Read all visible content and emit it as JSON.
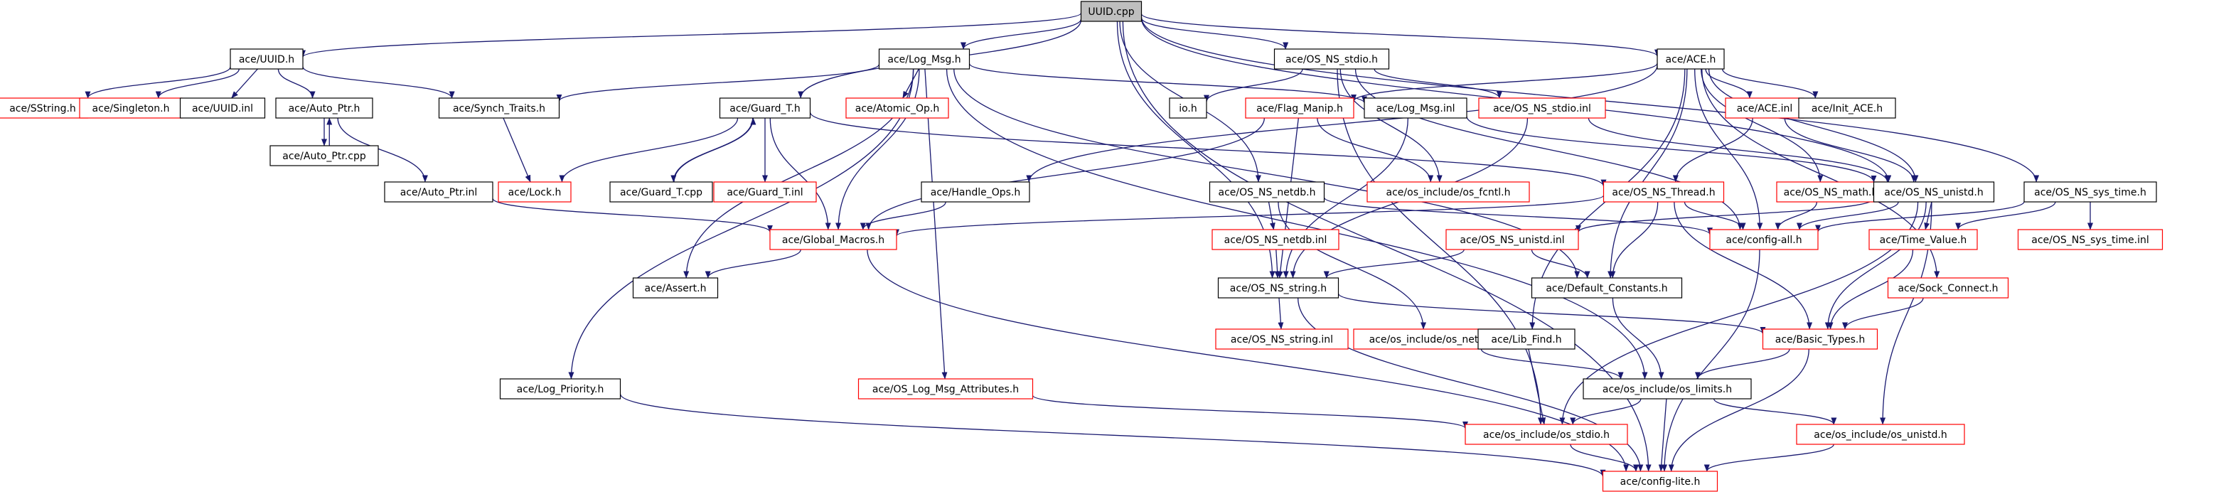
{
  "diagram": {
    "root": "UUID.cpp",
    "colors": {
      "root_fill": "#bfbfbf",
      "node_border": "#000000",
      "missing_border": "#ff0000",
      "edge": "#191970",
      "text": "#000000"
    },
    "nodes": [
      {
        "id": "uuid_cpp",
        "label": "UUID.cpp",
        "style": "root"
      },
      {
        "id": "uuid_h",
        "label": "ace/UUID.h",
        "style": "normal"
      },
      {
        "id": "log_msg_h",
        "label": "ace/Log_Msg.h",
        "style": "normal"
      },
      {
        "id": "os_ns_stdio_h",
        "label": "ace/OS_NS_stdio.h",
        "style": "normal"
      },
      {
        "id": "ace_h",
        "label": "ace/ACE.h",
        "style": "normal"
      },
      {
        "id": "sstring_h",
        "label": "ace/SString.h",
        "style": "missing"
      },
      {
        "id": "singleton_h",
        "label": "ace/Singleton.h",
        "style": "missing"
      },
      {
        "id": "uuid_inl",
        "label": "ace/UUID.inl",
        "style": "normal"
      },
      {
        "id": "auto_ptr_h",
        "label": "ace/Auto_Ptr.h",
        "style": "normal"
      },
      {
        "id": "synch_traits_h",
        "label": "ace/Synch_Traits.h",
        "style": "normal"
      },
      {
        "id": "guard_t_h",
        "label": "ace/Guard_T.h",
        "style": "normal"
      },
      {
        "id": "atomic_op_h",
        "label": "ace/Atomic_Op.h",
        "style": "missing"
      },
      {
        "id": "io_h",
        "label": "io.h",
        "style": "normal"
      },
      {
        "id": "flag_manip_h",
        "label": "ace/Flag_Manip.h",
        "style": "missing"
      },
      {
        "id": "log_msg_inl",
        "label": "ace/Log_Msg.inl",
        "style": "normal"
      },
      {
        "id": "os_ns_stdio_inl",
        "label": "ace/OS_NS_stdio.inl",
        "style": "missing"
      },
      {
        "id": "ace_inl",
        "label": "ace/ACE.inl",
        "style": "missing"
      },
      {
        "id": "init_ace_h",
        "label": "ace/Init_ACE.h",
        "style": "normal"
      },
      {
        "id": "os_ns_sys_time_h",
        "label": "ace/OS_NS_sys_time.h",
        "style": "normal"
      },
      {
        "id": "auto_ptr_cpp",
        "label": "ace/Auto_Ptr.cpp",
        "style": "normal"
      },
      {
        "id": "auto_ptr_inl",
        "label": "ace/Auto_Ptr.inl",
        "style": "normal"
      },
      {
        "id": "lock_h",
        "label": "ace/Lock.h",
        "style": "missing"
      },
      {
        "id": "guard_t_cpp",
        "label": "ace/Guard_T.cpp",
        "style": "normal"
      },
      {
        "id": "guard_t_inl",
        "label": "ace/Guard_T.inl",
        "style": "missing"
      },
      {
        "id": "handle_ops_h",
        "label": "ace/Handle_Ops.h",
        "style": "normal"
      },
      {
        "id": "os_ns_netdb_h",
        "label": "ace/OS_NS_netdb.h",
        "style": "normal"
      },
      {
        "id": "os_include_os_fcntl_h",
        "label": "ace/os_include/os_fcntl.h",
        "style": "missing"
      },
      {
        "id": "os_ns_thread_h",
        "label": "ace/OS_NS_Thread.h",
        "style": "missing"
      },
      {
        "id": "os_ns_math_h",
        "label": "ace/OS_NS_math.h",
        "style": "missing"
      },
      {
        "id": "os_ns_unistd_h",
        "label": "ace/OS_NS_unistd.h",
        "style": "normal"
      },
      {
        "id": "global_macros_h",
        "label": "ace/Global_Macros.h",
        "style": "missing"
      },
      {
        "id": "os_ns_netdb_inl",
        "label": "ace/OS_NS_netdb.inl",
        "style": "missing"
      },
      {
        "id": "os_ns_unistd_inl",
        "label": "ace/OS_NS_unistd.inl",
        "style": "missing"
      },
      {
        "id": "config_all_h",
        "label": "ace/config-all.h",
        "style": "missing"
      },
      {
        "id": "time_value_h",
        "label": "ace/Time_Value.h",
        "style": "missing"
      },
      {
        "id": "os_ns_sys_time_inl",
        "label": "ace/OS_NS_sys_time.inl",
        "style": "missing"
      },
      {
        "id": "assert_h",
        "label": "ace/Assert.h",
        "style": "normal"
      },
      {
        "id": "os_ns_string_h",
        "label": "ace/OS_NS_string.h",
        "style": "normal"
      },
      {
        "id": "default_constants_h",
        "label": "ace/Default_Constants.h",
        "style": "normal"
      },
      {
        "id": "sock_connect_h",
        "label": "ace/Sock_Connect.h",
        "style": "missing"
      },
      {
        "id": "os_ns_string_inl",
        "label": "ace/OS_NS_string.inl",
        "style": "missing"
      },
      {
        "id": "os_include_os_netdb_h",
        "label": "ace/os_include/os_netdb.h",
        "style": "missing"
      },
      {
        "id": "lib_find_h",
        "label": "ace/Lib_Find.h",
        "style": "normal"
      },
      {
        "id": "basic_types_h",
        "label": "ace/Basic_Types.h",
        "style": "missing"
      },
      {
        "id": "log_priority_h",
        "label": "ace/Log_Priority.h",
        "style": "normal"
      },
      {
        "id": "os_log_msg_attributes_h",
        "label": "ace/OS_Log_Msg_Attributes.h",
        "style": "missing"
      },
      {
        "id": "os_include_os_limits_h",
        "label": "ace/os_include/os_limits.h",
        "style": "normal"
      },
      {
        "id": "os_include_os_stdio_h",
        "label": "ace/os_include/os_stdio.h",
        "style": "missing"
      },
      {
        "id": "os_include_os_unistd_h",
        "label": "ace/os_include/os_unistd.h",
        "style": "missing"
      },
      {
        "id": "config_lite_h",
        "label": "ace/config-lite.h",
        "style": "missing"
      }
    ],
    "edges": [
      {
        "from": "uuid_cpp",
        "to": "uuid_h"
      },
      {
        "from": "uuid_cpp",
        "to": "log_msg_h"
      },
      {
        "from": "uuid_cpp",
        "to": "os_ns_stdio_h"
      },
      {
        "from": "uuid_cpp",
        "to": "ace_h"
      },
      {
        "from": "uuid_cpp",
        "to": "guard_t_h"
      },
      {
        "from": "uuid_cpp",
        "to": "os_ns_netdb_h"
      },
      {
        "from": "uuid_cpp",
        "to": "os_ns_string_h"
      },
      {
        "from": "uuid_cpp",
        "to": "os_ns_unistd_h"
      },
      {
        "from": "uuid_cpp",
        "to": "os_ns_sys_time_h"
      },
      {
        "from": "uuid_cpp",
        "to": "config_lite_h"
      },
      {
        "from": "uuid_h",
        "to": "sstring_h"
      },
      {
        "from": "uuid_h",
        "to": "singleton_h"
      },
      {
        "from": "uuid_h",
        "to": "uuid_inl"
      },
      {
        "from": "uuid_h",
        "to": "auto_ptr_h"
      },
      {
        "from": "uuid_h",
        "to": "synch_traits_h"
      },
      {
        "from": "auto_ptr_h",
        "to": "auto_ptr_cpp"
      },
      {
        "from": "auto_ptr_cpp",
        "to": "auto_ptr_h"
      },
      {
        "from": "auto_ptr_h",
        "to": "auto_ptr_inl"
      },
      {
        "from": "auto_ptr_inl",
        "to": "global_macros_h"
      },
      {
        "from": "synch_traits_h",
        "to": "lock_h"
      },
      {
        "from": "log_msg_h",
        "to": "synch_traits_h"
      },
      {
        "from": "log_msg_h",
        "to": "atomic_op_h"
      },
      {
        "from": "log_msg_h",
        "to": "global_macros_h"
      },
      {
        "from": "log_msg_h",
        "to": "assert_h"
      },
      {
        "from": "log_msg_h",
        "to": "log_msg_inl"
      },
      {
        "from": "log_msg_h",
        "to": "log_priority_h"
      },
      {
        "from": "log_msg_h",
        "to": "os_log_msg_attributes_h"
      },
      {
        "from": "log_msg_h",
        "to": "default_constants_h"
      },
      {
        "from": "log_msg_h",
        "to": "os_include_os_limits_h"
      },
      {
        "from": "guard_t_h",
        "to": "lock_h"
      },
      {
        "from": "guard_t_h",
        "to": "guard_t_cpp"
      },
      {
        "from": "guard_t_cpp",
        "to": "guard_t_h"
      },
      {
        "from": "guard_t_h",
        "to": "guard_t_inl"
      },
      {
        "from": "guard_t_h",
        "to": "global_macros_h"
      },
      {
        "from": "guard_t_h",
        "to": "os_ns_thread_h"
      },
      {
        "from": "os_ns_stdio_h",
        "to": "io_h"
      },
      {
        "from": "os_ns_stdio_h",
        "to": "os_ns_stdio_inl"
      },
      {
        "from": "os_ns_stdio_h",
        "to": "os_include_os_fcntl_h"
      },
      {
        "from": "os_ns_stdio_h",
        "to": "os_include_os_stdio_h"
      },
      {
        "from": "os_ns_stdio_h",
        "to": "config_all_h"
      },
      {
        "from": "os_ns_stdio_inl",
        "to": "os_ns_unistd_h"
      },
      {
        "from": "os_ns_stdio_inl",
        "to": "os_ns_string_h"
      },
      {
        "from": "ace_h",
        "to": "flag_manip_h"
      },
      {
        "from": "ace_h",
        "to": "handle_ops_h"
      },
      {
        "from": "ace_h",
        "to": "ace_inl"
      },
      {
        "from": "ace_h",
        "to": "init_ace_h"
      },
      {
        "from": "ace_h",
        "to": "os_ns_math_h"
      },
      {
        "from": "ace_h",
        "to": "os_ns_unistd_h"
      },
      {
        "from": "ace_h",
        "to": "default_constants_h"
      },
      {
        "from": "ace_h",
        "to": "lib_find_h"
      },
      {
        "from": "ace_h",
        "to": "sock_connect_h"
      },
      {
        "from": "ace_h",
        "to": "config_all_h"
      },
      {
        "from": "flag_manip_h",
        "to": "os_include_os_fcntl_h"
      },
      {
        "from": "flag_manip_h",
        "to": "os_ns_string_h"
      },
      {
        "from": "flag_manip_h",
        "to": "global_macros_h"
      },
      {
        "from": "log_msg_inl",
        "to": "os_ns_string_h"
      },
      {
        "from": "log_msg_inl",
        "to": "os_ns_unistd_h"
      },
      {
        "from": "handle_ops_h",
        "to": "global_macros_h"
      },
      {
        "from": "ace_inl",
        "to": "os_ns_thread_h"
      },
      {
        "from": "ace_inl",
        "to": "os_ns_unistd_h"
      },
      {
        "from": "os_ns_sys_time_h",
        "to": "time_value_h"
      },
      {
        "from": "os_ns_sys_time_h",
        "to": "os_ns_sys_time_inl"
      },
      {
        "from": "os_ns_sys_time_h",
        "to": "config_all_h"
      },
      {
        "from": "os_ns_netdb_h",
        "to": "os_ns_netdb_inl"
      },
      {
        "from": "os_ns_netdb_h",
        "to": "os_include_os_netdb_h"
      },
      {
        "from": "os_ns_netdb_h",
        "to": "config_all_h"
      },
      {
        "from": "os_ns_netdb_inl",
        "to": "os_ns_string_h"
      },
      {
        "from": "os_ns_thread_h",
        "to": "global_macros_h"
      },
      {
        "from": "os_ns_thread_h",
        "to": "config_all_h"
      },
      {
        "from": "os_ns_thread_h",
        "to": "default_constants_h"
      },
      {
        "from": "os_ns_thread_h",
        "to": "basic_types_h"
      },
      {
        "from": "os_ns_math_h",
        "to": "config_all_h"
      },
      {
        "from": "os_ns_unistd_h",
        "to": "os_ns_unistd_inl"
      },
      {
        "from": "os_ns_unistd_h",
        "to": "config_all_h"
      },
      {
        "from": "os_ns_unistd_h",
        "to": "time_value_h"
      },
      {
        "from": "os_ns_unistd_h",
        "to": "basic_types_h"
      },
      {
        "from": "os_ns_unistd_h",
        "to": "os_include_os_stdio_h"
      },
      {
        "from": "os_ns_unistd_h",
        "to": "os_include_os_unistd_h"
      },
      {
        "from": "os_ns_unistd_inl",
        "to": "default_constants_h"
      },
      {
        "from": "os_ns_unistd_inl",
        "to": "os_ns_string_h"
      },
      {
        "from": "global_macros_h",
        "to": "assert_h"
      },
      {
        "from": "global_macros_h",
        "to": "config_lite_h"
      },
      {
        "from": "config_all_h",
        "to": "config_lite_h"
      },
      {
        "from": "time_value_h",
        "to": "basic_types_h"
      },
      {
        "from": "sock_connect_h",
        "to": "basic_types_h"
      },
      {
        "from": "os_ns_string_h",
        "to": "os_ns_string_inl"
      },
      {
        "from": "os_ns_string_h",
        "to": "basic_types_h"
      },
      {
        "from": "os_ns_string_h",
        "to": "config_lite_h"
      },
      {
        "from": "default_constants_h",
        "to": "os_include_os_limits_h"
      },
      {
        "from": "os_include_os_netdb_h",
        "to": "os_include_os_limits_h"
      },
      {
        "from": "lib_find_h",
        "to": "os_include_os_stdio_h"
      },
      {
        "from": "basic_types_h",
        "to": "os_include_os_limits_h"
      },
      {
        "from": "basic_types_h",
        "to": "config_lite_h"
      },
      {
        "from": "log_priority_h",
        "to": "config_lite_h"
      },
      {
        "from": "os_log_msg_attributes_h",
        "to": "os_include_os_stdio_h"
      },
      {
        "from": "os_include_os_limits_h",
        "to": "os_include_os_unistd_h"
      },
      {
        "from": "os_include_os_limits_h",
        "to": "config_lite_h"
      },
      {
        "from": "os_include_os_limits_h",
        "to": "os_include_os_stdio_h"
      },
      {
        "from": "os_include_os_stdio_h",
        "to": "config_lite_h"
      },
      {
        "from": "os_include_os_unistd_h",
        "to": "config_lite_h"
      }
    ]
  }
}
